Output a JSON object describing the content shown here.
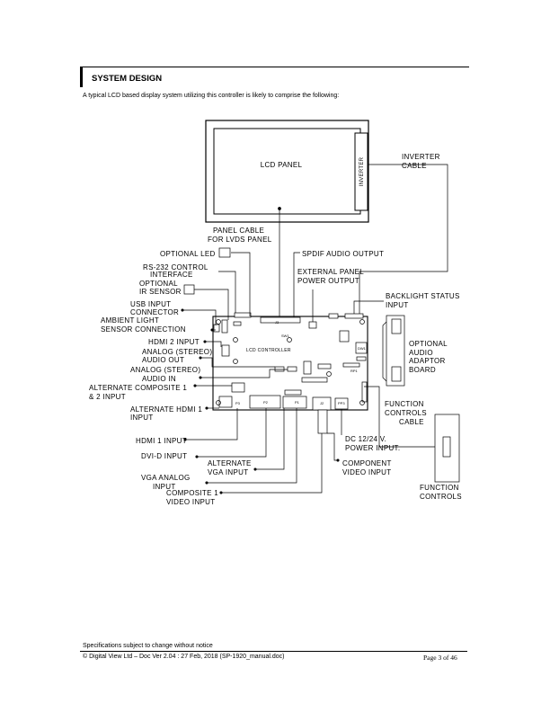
{
  "section": {
    "title": "SYSTEM DESIGN"
  },
  "intro": "A typical LCD based display system utilizing this controller is likely to comprise the following:",
  "diagram": {
    "lcd_panel": "LCD PANEL",
    "inverter": "INVERTER",
    "inverter_cable": [
      "INVERTER",
      "CABLE"
    ],
    "panel_cable": [
      "PANEL CABLE",
      "FOR LVDS PANEL"
    ],
    "optional_led": "OPTIONAL LED",
    "spdif": "SPDIF AUDIO OUTPUT",
    "rs232": [
      "RS-232 CONTROL",
      "INTERFACE"
    ],
    "ext_power": [
      "EXTERNAL PANEL",
      "POWER OUTPUT"
    ],
    "ir_sensor": [
      "OPTIONAL",
      "IR SENSOR"
    ],
    "backlight": [
      "BACKLIGHT STATUS",
      "INPUT"
    ],
    "usb": [
      "USB INPUT",
      "CONNECTOR"
    ],
    "ambient": [
      "AMBIENT LIGHT",
      "SENSOR CONNECTION"
    ],
    "hdmi2": "HDMI 2 INPUT",
    "board_label": "LCD CONTROLLER",
    "audio_out": [
      "ANALOG (STEREO)",
      "AUDIO OUT"
    ],
    "audio_in": [
      "ANALOG (STEREO)",
      "AUDIO IN"
    ],
    "audio_board": [
      "OPTIONAL",
      "AUDIO",
      "ADAPTOR",
      "BOARD"
    ],
    "alt_composite": [
      "ALTERNATE COMPOSITE 1",
      "& 2 INPUT"
    ],
    "alt_hdmi": [
      "ALTERNATE HDMI 1",
      "INPUT"
    ],
    "func_cable": [
      "FUNCTION",
      "CONTROLS",
      "CABLE"
    ],
    "hdmi1": "HDMI 1 INPUT",
    "dvi": "DVI-D INPUT",
    "dc_power": [
      "DC 12/24 V.",
      "POWER INPUT."
    ],
    "alt_vga": [
      "ALTERNATE",
      "VGA INPUT"
    ],
    "component": [
      "COMPONENT",
      "VIDEO INPUT"
    ],
    "vga": [
      "VGA ANALOG",
      "INPUT"
    ],
    "composite1": [
      "COMPOSITE 1",
      "VIDEO INPUT"
    ],
    "func_controls": [
      "FUNCTION",
      "CONTROLS"
    ]
  },
  "footer": {
    "note": "Specifications subject to change without notice",
    "doc": "© Digital View Ltd – Doc Ver 2.04 :  27 Feb, 2018 (SP-1920_manual.doc)",
    "page": "Page 3 of 46"
  }
}
